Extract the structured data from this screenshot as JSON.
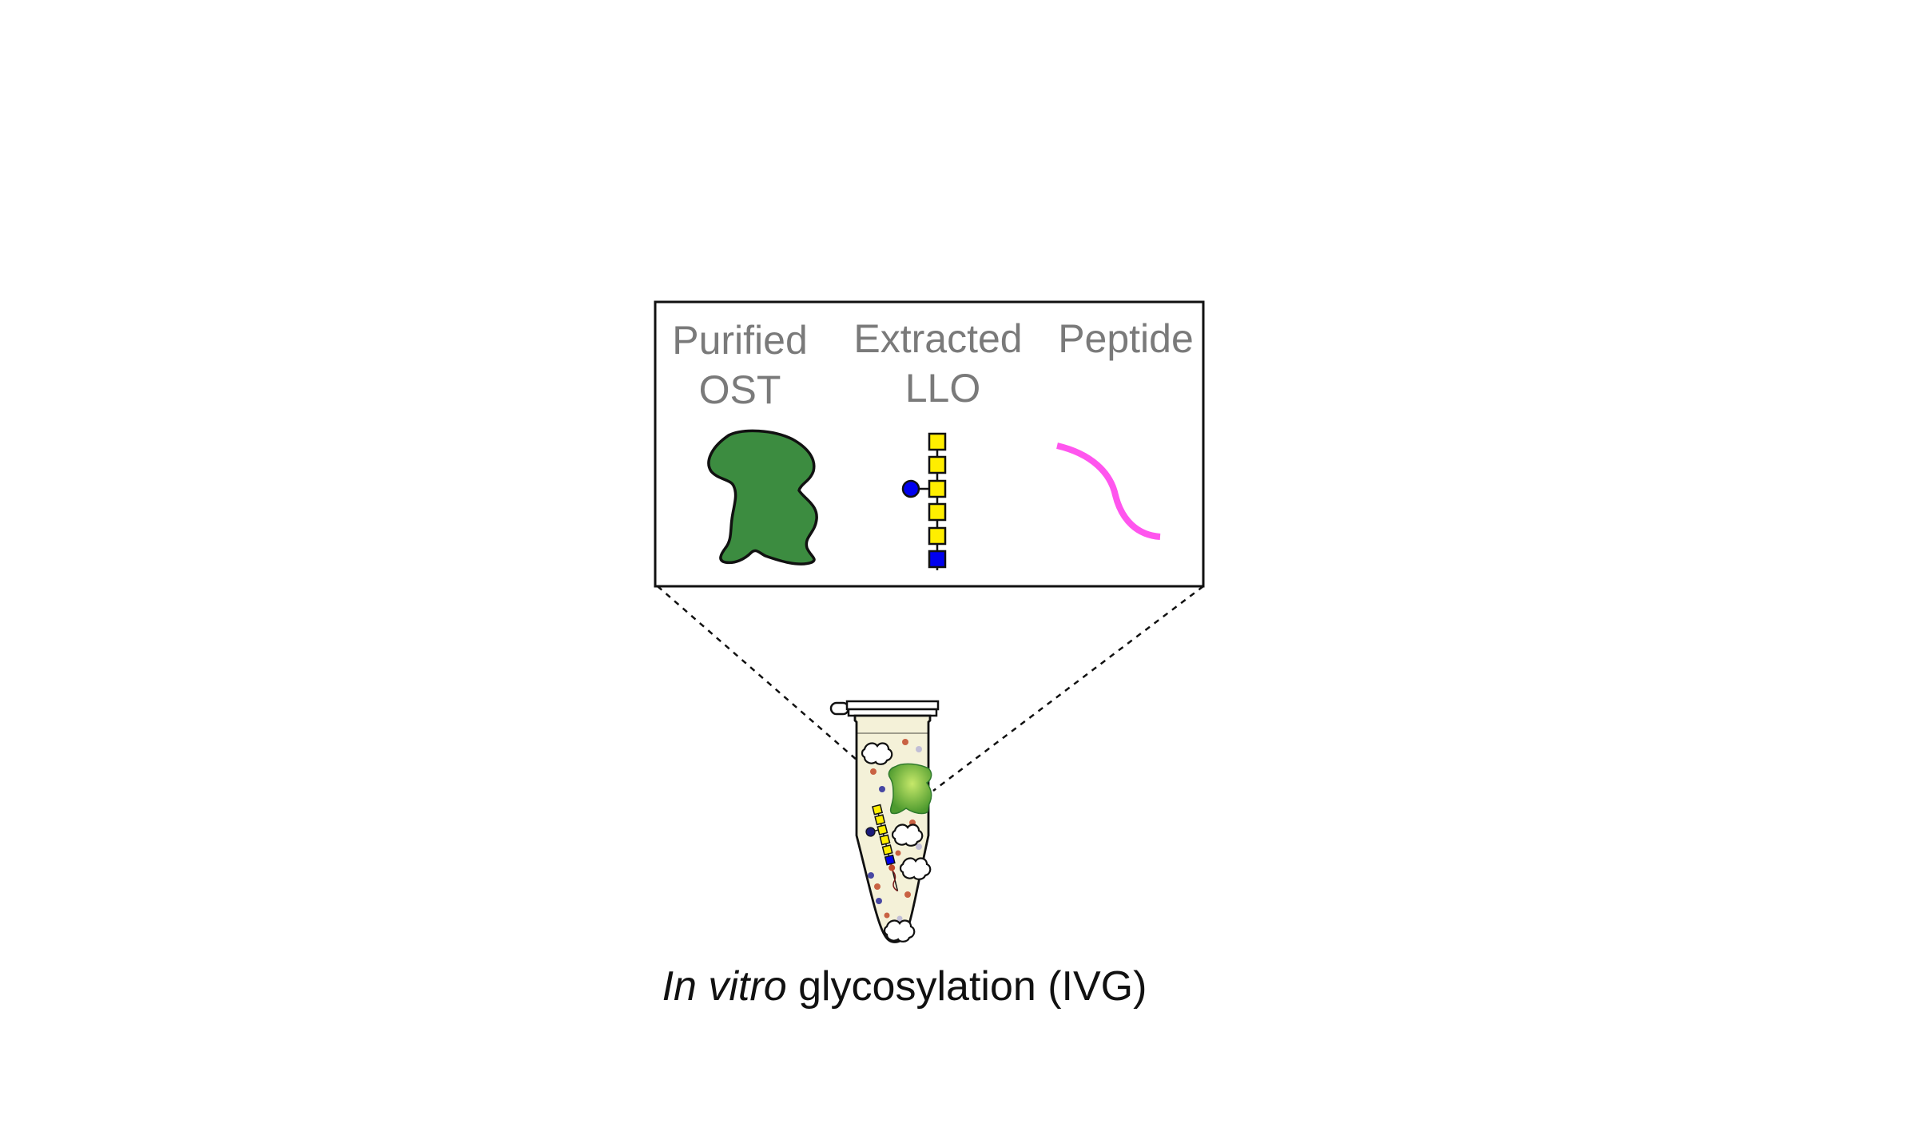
{
  "components": {
    "ost": {
      "line1": "Purified",
      "line2": "OST",
      "color": "#3c8c40"
    },
    "llo": {
      "line1": "Extracted",
      "line2": "LLO",
      "mannose_color": "#ffee00",
      "glcnac_color": "#0000ee",
      "glucose_color": "#0000ee"
    },
    "peptide": {
      "label": "Peptide",
      "color": "#ff55ee"
    }
  },
  "caption": {
    "italic": "In vitro",
    "rest": " glycosylation (IVG)"
  },
  "colors": {
    "label_gray": "#7a7a7a",
    "tube_fill": "#f4f1d8",
    "box_stroke": "#111111"
  }
}
